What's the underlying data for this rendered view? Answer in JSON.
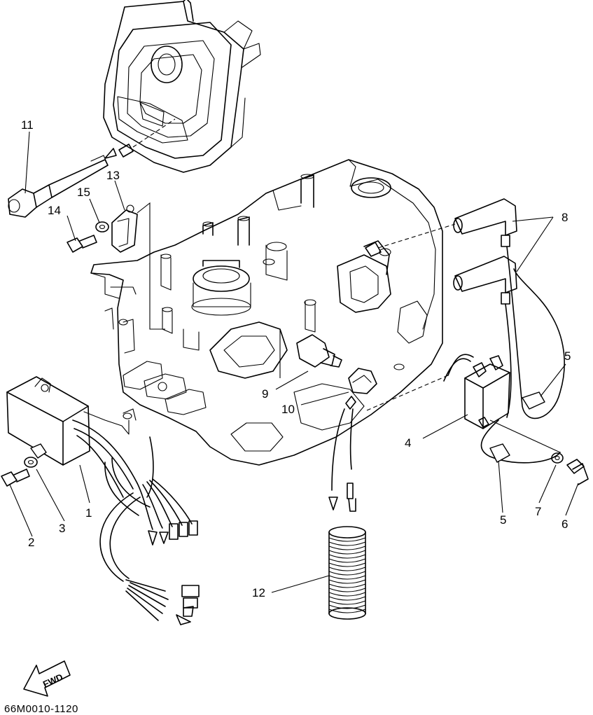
{
  "callouts": [
    "1",
    "2",
    "3",
    "4",
    "5",
    "5",
    "6",
    "7",
    "8",
    "9",
    "10",
    "11",
    "12",
    "13",
    "14",
    "15"
  ],
  "fwd_label": "FWD",
  "doc_code": "66M0010-1120",
  "icons": [
    "fwd-arrow-icon"
  ]
}
